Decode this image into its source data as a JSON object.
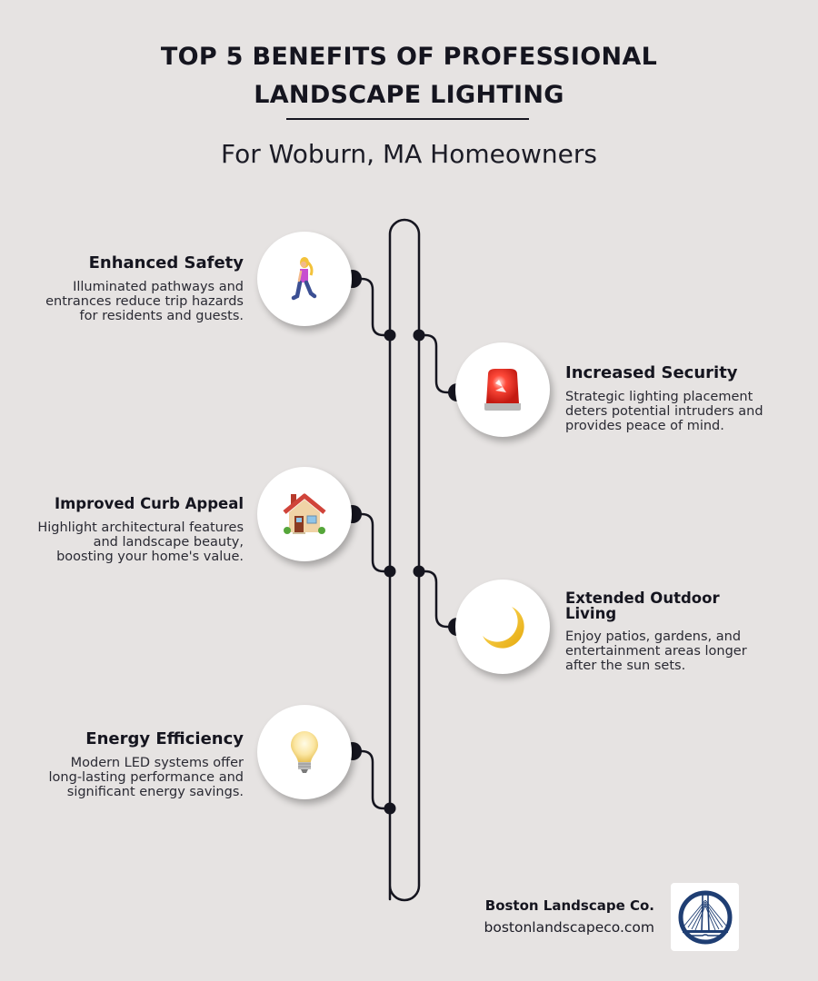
{
  "header": {
    "title_line1": "TOP 5 BENEFITS OF PROFESSIONAL",
    "title_line2": "LANDSCAPE LIGHTING",
    "subtitle": "For Woburn, MA Homeowners"
  },
  "benefits": [
    {
      "title": "Enhanced Safety",
      "description": "Illuminated pathways and entrances reduce trip hazards for residents and guests.",
      "icon": "person-walking-icon",
      "side": "left"
    },
    {
      "title": "Increased Security",
      "description": "Strategic lighting placement deters potential intruders and provides peace of mind.",
      "icon": "police-light-icon",
      "side": "right"
    },
    {
      "title": "Improved Curb Appeal",
      "description": "Highlight architectural features and landscape beauty, boosting your home's value.",
      "icon": "house-icon",
      "side": "left"
    },
    {
      "title": "Extended Outdoor Living",
      "description": "Enjoy patios, gardens, and entertainment areas longer after the sun sets.",
      "icon": "crescent-moon-icon",
      "side": "right"
    },
    {
      "title": "Energy Efficiency",
      "description": "Modern LED systems offer long-lasting performance and significant energy savings.",
      "icon": "light-bulb-icon",
      "side": "left"
    }
  ],
  "footer": {
    "company_name": "Boston Landscape Co.",
    "website": "bostonlandscapeco.com",
    "logo": "bridge-logo-icon"
  },
  "colors": {
    "background": "#e6e3e2",
    "text": "#15151f",
    "line": "#15151f",
    "logo_blue": "#1f3e73"
  }
}
